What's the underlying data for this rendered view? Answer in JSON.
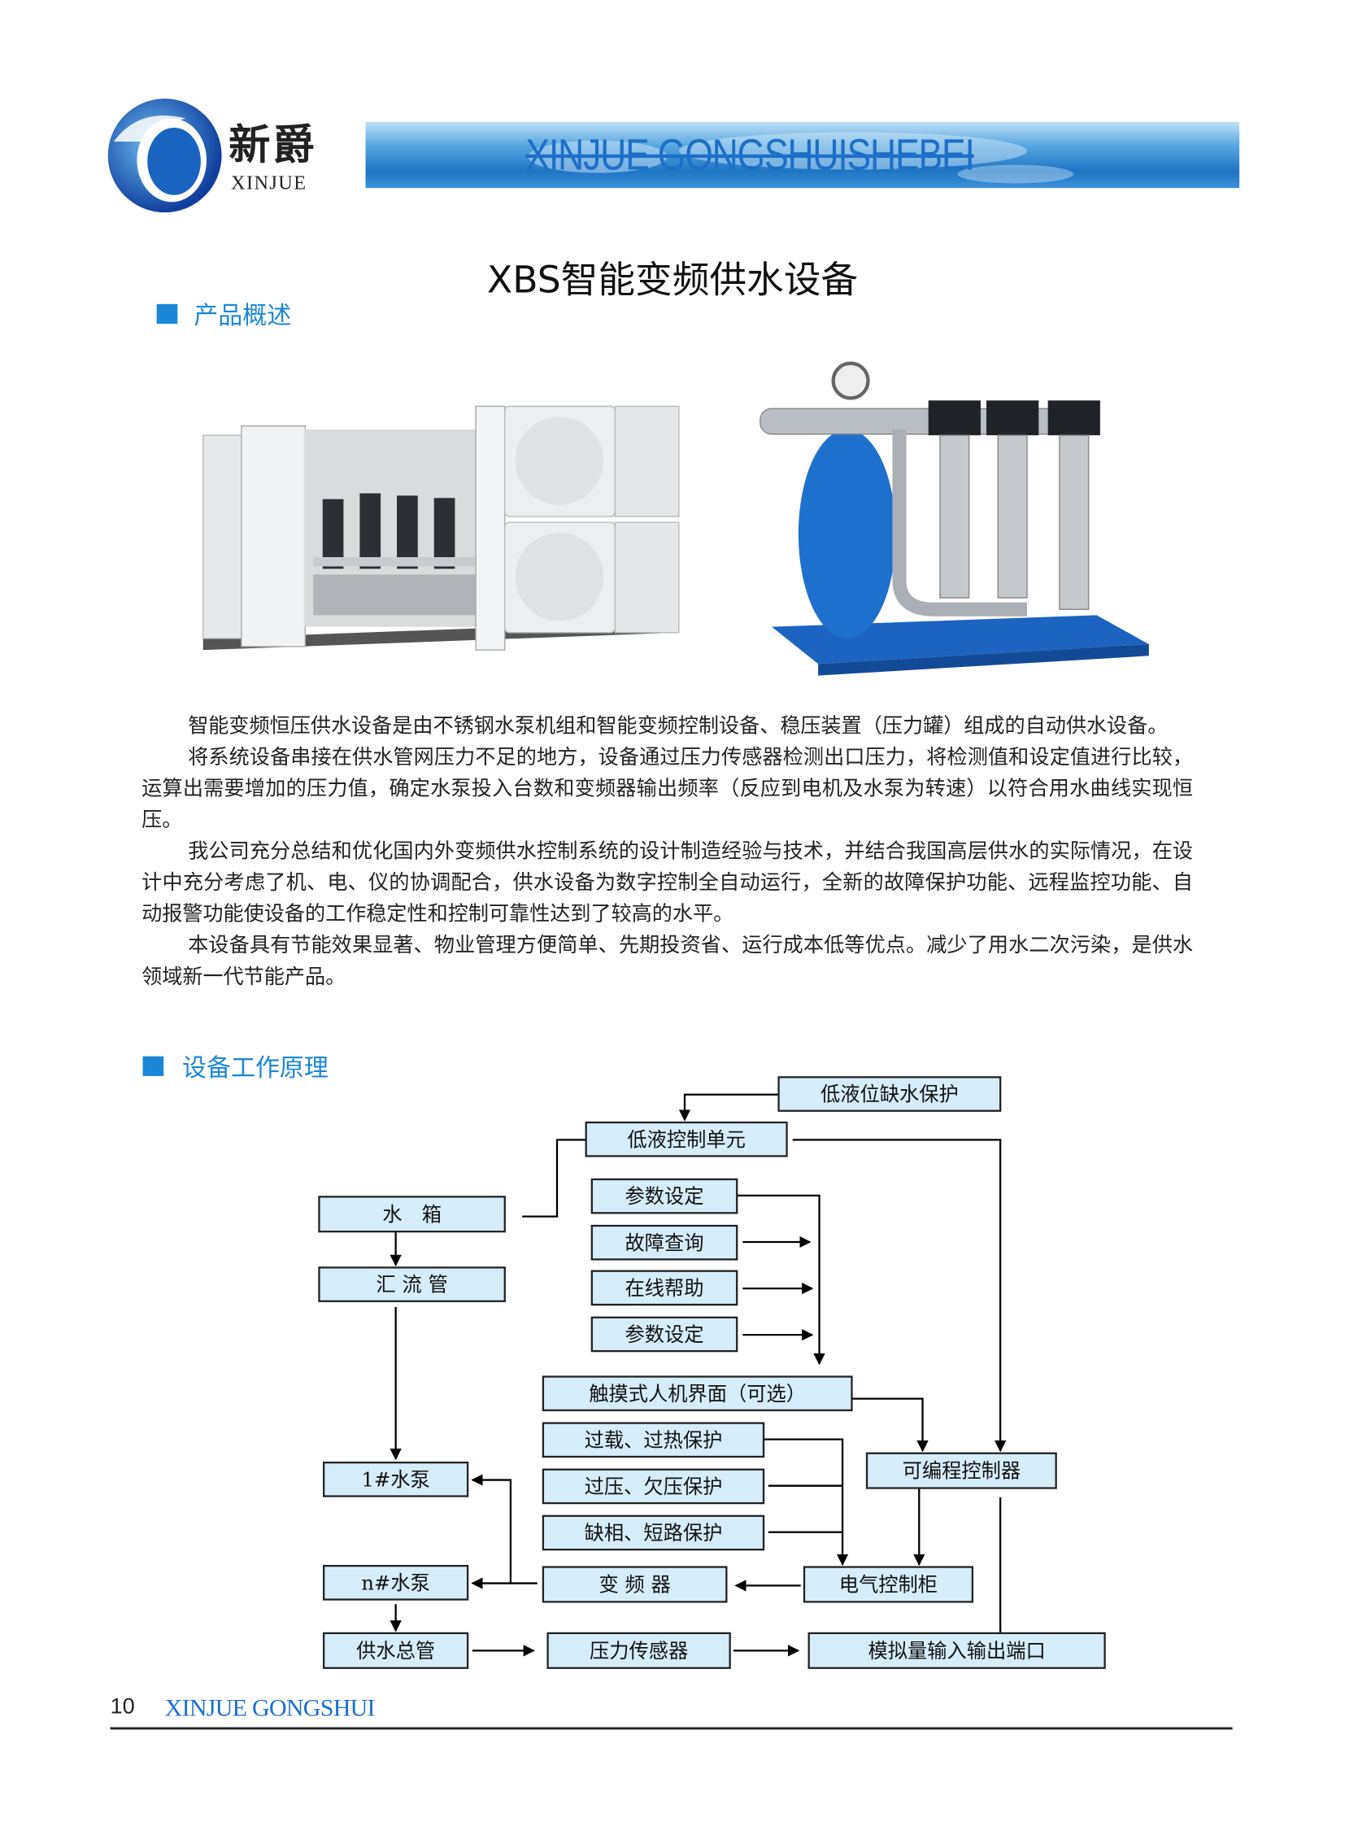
{
  "brand": {
    "name_cn": "新爵",
    "name_en": "XINJUE",
    "banner_text": "XINJUE GONGSHUISHEBEI",
    "accent": "#1a87d8"
  },
  "title": "XBS智能变频供水设备",
  "section_overview": {
    "label": "产品概述"
  },
  "paragraphs": [
    "智能变频恒压供水设备是由不锈钢水泵机组和智能变频控制设备、稳压装置（压力罐）组成的自动供水设备。",
    "将系统设备串接在供水管网压力不足的地方，设备通过压力传感器检测出口压力，将检测值和设定值进行比较，运算出需要增加的压力值，确定水泵投入台数和变频器输出频率（反应到电机及水泵为转速）以符合用水曲线实现恒压。",
    "我公司充分总结和优化国内外变频供水控制系统的设计制造经验与技术，并结合我国高层供水的实际情况，在设计中充分考虑了机、电、仪的协调配合，供水设备为数字控制全自动运行，全新的故障保护功能、远程监控功能、自动报警功能使设备的工作稳定性和控制可靠性达到了较高的水平。",
    "本设备具有节能效果显著、物业管理方便简单、先期投资省、运行成本低等优点。减少了用水二次污染，是供水领域新一代节能产品。"
  ],
  "section_principle": {
    "label": "设备工作原理"
  },
  "diagram": {
    "low_level_protect": "低液位缺水保护",
    "low_level_unit": "低液控制单元",
    "water_tank": "水　箱",
    "manifold": "汇 流 管",
    "param_set_1": "参数设定",
    "fault_query": "故障查询",
    "online_help": "在线帮助",
    "param_set_2": "参数设定",
    "touch_hmi": "触摸式人机界面（可选）",
    "overload": "过载、过热保护",
    "overvoltage": "过压、欠压保护",
    "phase_loss": "缺相、短路保护",
    "plc": "可编程控制器",
    "pump_1": "1#水泵",
    "pump_n": "n#水泵",
    "inverter": "变 频 器",
    "cabinet": "电气控制柜",
    "main_pipe": "供水总管",
    "pressure_sensor": "压力传感器",
    "analog_io": "模拟量输入输出端口",
    "box_fill": "#d6ecf9"
  },
  "footer": {
    "page": "10",
    "brand": "XINJUE GONGSHUI"
  }
}
